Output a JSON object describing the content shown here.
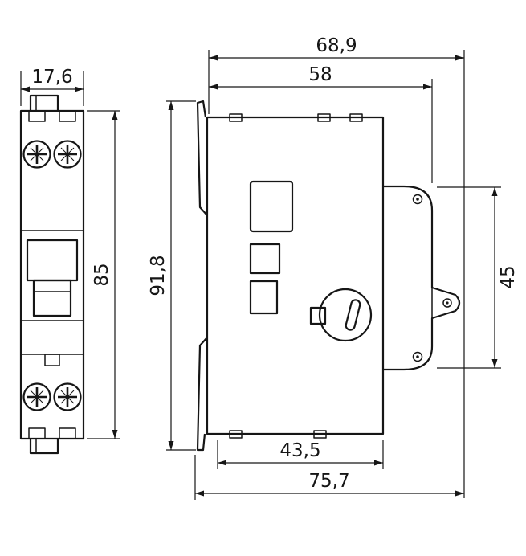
{
  "dimensions": {
    "front_width_mm": "17,6",
    "front_height_mm": "85",
    "top_depth_mm": "68,9",
    "body_depth_mm": "58",
    "total_height_mm": "91,8",
    "faceplate_height_mm": "45",
    "base_depth_mm": "43,5",
    "overall_depth_mm": "75,7"
  }
}
